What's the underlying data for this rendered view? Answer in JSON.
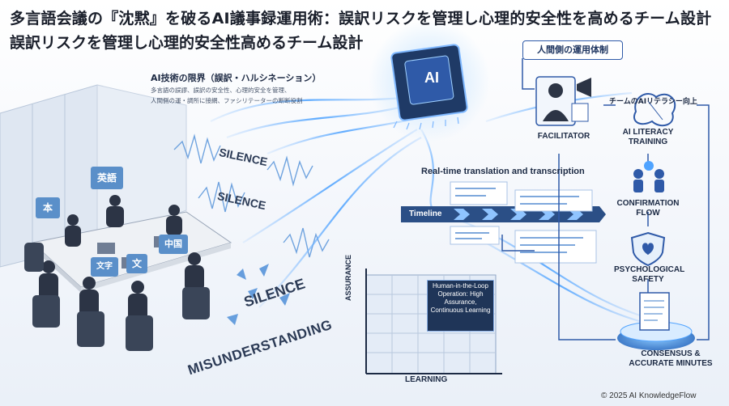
{
  "title": {
    "line1": "多言語会議の『沈黙』を破るAI議事録運用術：誤訳リスクを管理し心理的安全性を高めるチーム設計",
    "line2": "誤訳リスクを管理し心理的安全性高めるチーム設計"
  },
  "ai_chip": {
    "label": "AI"
  },
  "limits": {
    "title": "AI技術の限界（誤訳・ハルシネーション）",
    "lines": [
      "多言語の誤謬、誤訳の安全性、心理的安全を管理、",
      "人間側の運・調所に接網、ファシリテーターの断断役割"
    ]
  },
  "human_side": {
    "title": "人間側の運用体制"
  },
  "literacy": {
    "title": "チームのAIリテラシー向上"
  },
  "flow": {
    "facilitator": "FACILITATOR",
    "ai_literacy": "AI LITERACY TRAINING",
    "confirmation": "CONFIRMATION FLOW",
    "psychological": "PSYCHOLOGICAL SAFETY",
    "consensus": "CONSENSUS & ACCURATE MINUTES"
  },
  "realtime": {
    "label": "Real-time translation and transcription"
  },
  "timeline": {
    "label": "Timeline"
  },
  "matrix": {
    "box": "Human-in-the-Loop Operation: High Assurance, Continuous Learning",
    "y_axis": "ASSURANCE",
    "x_axis": "LEARNING"
  },
  "meeting": {
    "bubbles": [
      "本",
      "英語",
      "文字",
      "文",
      "中国"
    ],
    "silence_words": [
      "SILENCE",
      "SILENCE",
      "SILENCE"
    ],
    "misunderstanding": "MISUNDERSTANDING"
  },
  "footer": {
    "copyright": "© 2025 AI KnowledgeFlow"
  },
  "colors": {
    "accent": "#2f5aa8",
    "glow": "#6fb6ff",
    "dark": "#1f3558"
  }
}
